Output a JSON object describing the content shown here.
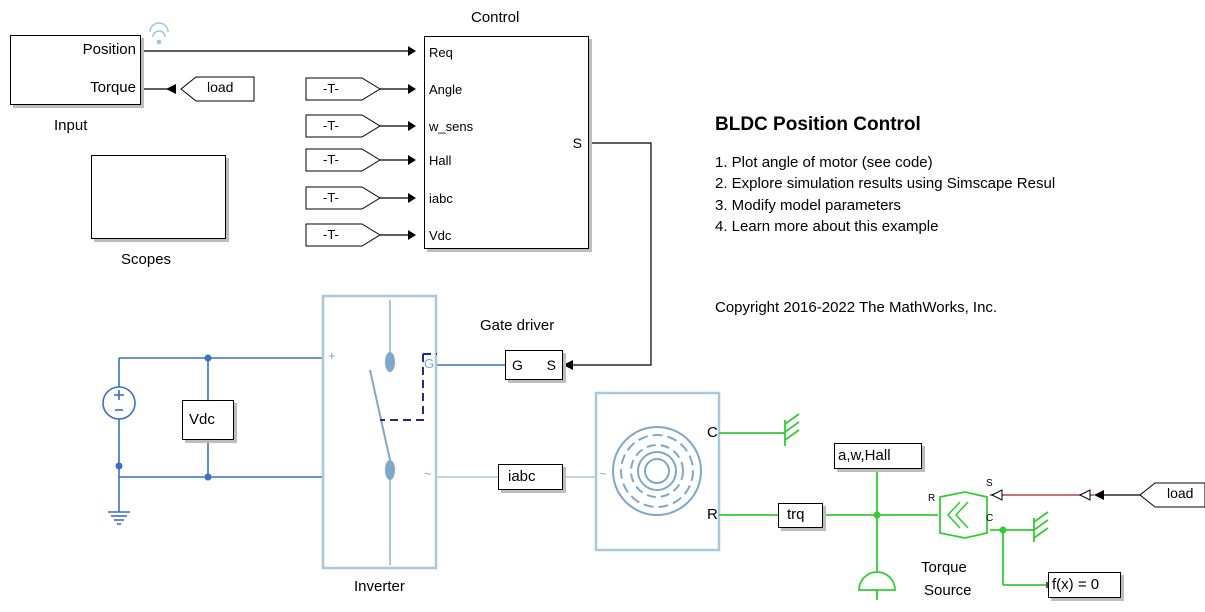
{
  "input_block": {
    "label": "Input",
    "ports": [
      "Position",
      "Torque"
    ]
  },
  "scopes_block": {
    "label": "Scopes"
  },
  "control_block": {
    "label": "Control",
    "inputs": [
      "Req",
      "Angle",
      "w_sens",
      "Hall",
      "iabc",
      "Vdc"
    ],
    "output": "S"
  },
  "goto_tags": {
    "load": "load",
    "from_T": "-T-"
  },
  "description": {
    "title": "BLDC Position Control",
    "links": [
      "1. Plot angle of motor (see code)",
      "2. Explore simulation results using Simscape Resul",
      "3. Modify model parameters",
      "4. Learn more about this example"
    ],
    "copyright": "Copyright 2016-2022 The MathWorks, Inc."
  },
  "gate_driver": {
    "label": "Gate driver",
    "port_g": "G",
    "port_s": "S"
  },
  "inverter": {
    "label": "Inverter",
    "port_g": "G",
    "port_plus": "+",
    "port_tilde": "~"
  },
  "vdc_sensor": {
    "label": "Vdc"
  },
  "iabc_sensor": {
    "label": "iabc"
  },
  "motor": {
    "port_c": "C",
    "port_r": "R",
    "port_tilde": "~"
  },
  "trq_sensor": {
    "label": "trq"
  },
  "awhall_block": {
    "label": "a,w,Hall"
  },
  "torque_source": {
    "label_line1": "Torque",
    "label_line2": "Source",
    "port_r": "R",
    "port_s": "S",
    "port_c": "C"
  },
  "solver": {
    "label": "f(x) = 0"
  },
  "colors": {
    "electrical": "#3a6fc4",
    "mechanical": "#33cc33",
    "physical": "#b34747",
    "motor": "#a8c8dc",
    "inverter_frame": "#a8c8dc",
    "gate": "#1f2a8c"
  }
}
